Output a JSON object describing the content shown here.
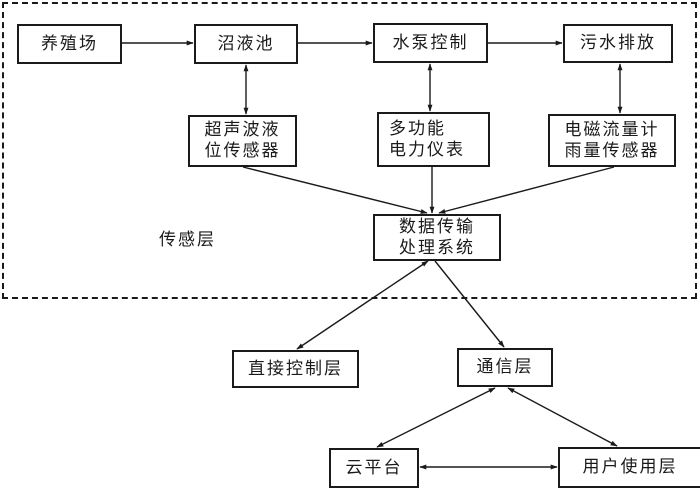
{
  "diagram": {
    "sensing_layer_label": "传感层",
    "nodes": {
      "farm": "养殖场",
      "slurry_pool": "沼液池",
      "pump_control": "水泵控制",
      "sewage_discharge": "污水排放",
      "ultrasonic_sensor": [
        "超声波液",
        "位传感器"
      ],
      "power_meter": [
        "多功能",
        "电力仪表"
      ],
      "flow_rain_sensor": [
        "电磁流量计",
        "雨量传感器"
      ],
      "data_processing": [
        "数据传输",
        "处理系统"
      ],
      "direct_control_layer": "直接控制层",
      "communication_layer": "通信层",
      "cloud_platform": "云平台",
      "user_layer": "用户使用层"
    },
    "edges": [
      {
        "from": "farm",
        "to": "slurry_pool",
        "direction": "forward"
      },
      {
        "from": "slurry_pool",
        "to": "pump_control",
        "direction": "forward"
      },
      {
        "from": "pump_control",
        "to": "sewage_discharge",
        "direction": "forward"
      },
      {
        "from": "slurry_pool",
        "to": "ultrasonic_sensor",
        "direction": "both"
      },
      {
        "from": "pump_control",
        "to": "power_meter",
        "direction": "both"
      },
      {
        "from": "sewage_discharge",
        "to": "flow_rain_sensor",
        "direction": "both"
      },
      {
        "from": "ultrasonic_sensor",
        "to": "data_processing",
        "direction": "forward"
      },
      {
        "from": "power_meter",
        "to": "data_processing",
        "direction": "forward"
      },
      {
        "from": "flow_rain_sensor",
        "to": "data_processing",
        "direction": "forward"
      },
      {
        "from": "data_processing",
        "to": "direct_control_layer",
        "direction": "both"
      },
      {
        "from": "data_processing",
        "to": "communication_layer",
        "direction": "forward"
      },
      {
        "from": "communication_layer",
        "to": "cloud_platform",
        "direction": "both"
      },
      {
        "from": "communication_layer",
        "to": "user_layer",
        "direction": "both"
      },
      {
        "from": "cloud_platform",
        "to": "user_layer",
        "direction": "both"
      }
    ]
  }
}
